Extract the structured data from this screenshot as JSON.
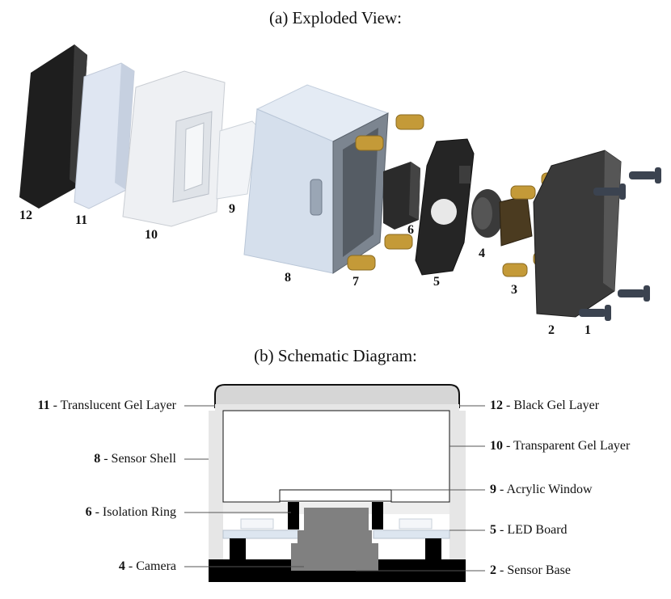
{
  "exploded": {
    "title": "(a) Exploded View:",
    "parts": [
      "12",
      "11",
      "10",
      "9",
      "8",
      "7",
      "6",
      "5",
      "4",
      "3",
      "2",
      "1"
    ]
  },
  "schematic": {
    "title": "(b) Schematic Diagram:",
    "left_labels": [
      {
        "num": "11",
        "text": " - Translucent Gel Layer"
      },
      {
        "num": "8",
        "text": " - Sensor Shell"
      },
      {
        "num": "6",
        "text": " - Isolation Ring"
      },
      {
        "num": "4",
        "text": " - Camera"
      }
    ],
    "right_labels": [
      {
        "num": "12",
        "text": " - Black Gel Layer"
      },
      {
        "num": "10",
        "text": " - Transparent Gel Layer"
      },
      {
        "num": "9",
        "text": " - Acrylic Window"
      },
      {
        "num": "5",
        "text": " - LED Board"
      },
      {
        "num": "2",
        "text": " - Sensor Base"
      }
    ]
  },
  "colors": {
    "black_gel": "#2a2a2a",
    "translucent_gel": "#e6eef7",
    "shell": "#d8e2ee",
    "brass": "#c8a040",
    "schematic_shell": "#e6e6e6",
    "schematic_gel": "#d4d4d4",
    "camera": "#808080"
  }
}
